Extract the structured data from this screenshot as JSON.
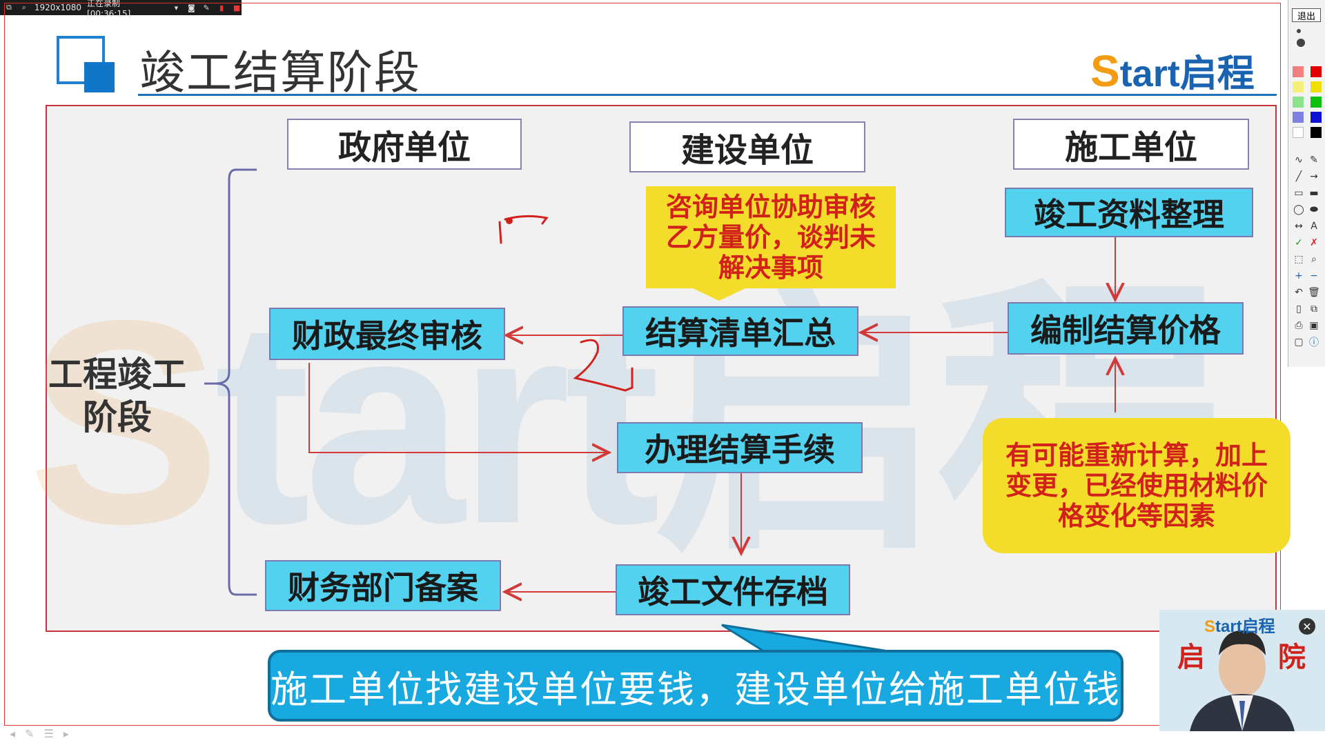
{
  "recorder": {
    "resolution": "1920x1080",
    "status": "正在录制 [00:36:15]"
  },
  "slide": {
    "title": "竣工结算阶段",
    "brand": {
      "s": "S",
      "rest": "tart启程"
    },
    "watermark": {
      "s": "S",
      "rest": "tart启程"
    }
  },
  "columns": {
    "government": "政府单位",
    "construction_owner": "建设单位",
    "contractor": "施工单位"
  },
  "stage_label": {
    "line1": "工程竣工",
    "line2": "阶段"
  },
  "nodes": {
    "finance_final_review": "财政最终审核",
    "settlement_summary": "结算清单汇总",
    "completion_docs": "竣工资料整理",
    "prepare_settlement_price": "编制结算价格",
    "settlement_procedures": "办理结算手续",
    "finance_filing": "财务部门备案",
    "completion_archive": "竣工文件存档"
  },
  "notes": {
    "consulting": {
      "line1": "咨询单位协助审核",
      "line2": "乙方量价，谈判未",
      "line3": "解决事项"
    },
    "recalc": {
      "line1": "有可能重新计算，加上",
      "line2": "变更，已经使用材料价",
      "line3": "格变化等因素"
    }
  },
  "callout": "施工单位找建设单位要钱，建设单位给施工单位钱",
  "toolbar": {
    "exit_label": "退出",
    "text_tool": "A"
  },
  "webcam": {
    "brand": {
      "s": "S",
      "rest": "tart启程"
    },
    "char_left": "启",
    "char_right": "院"
  },
  "colors": {
    "node_fill": "#52d2ee",
    "note_fill": "#f4dc2a",
    "note_text": "#d2201b",
    "arrow": "#d23a3a",
    "callout": "#17a9df",
    "title_accent": "#1e73b8"
  }
}
